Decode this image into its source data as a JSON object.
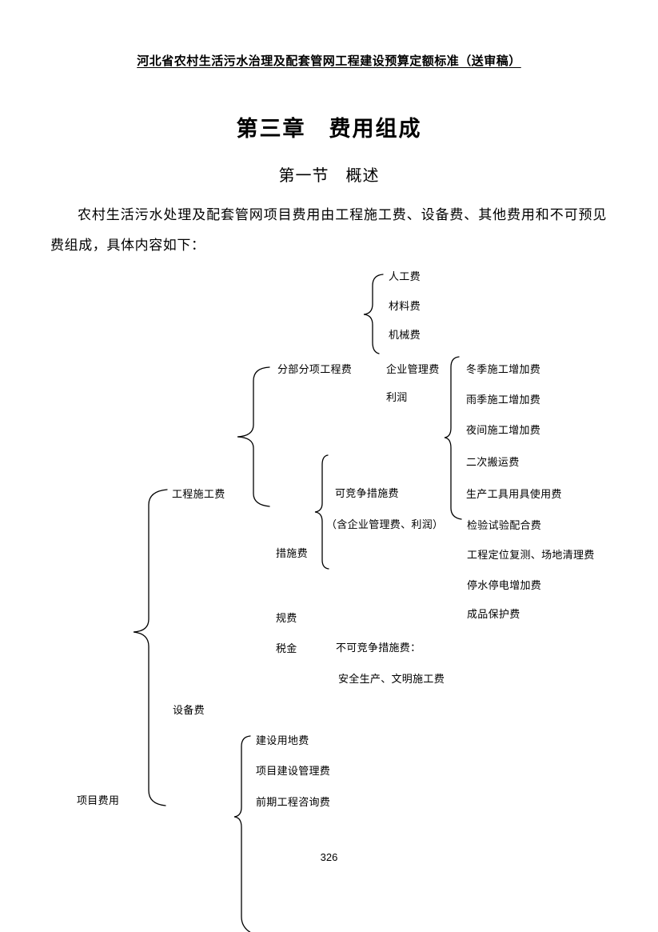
{
  "document": {
    "header": "河北省农村生活污水治理及配套管网工程建设预算定额标准（送审稿）",
    "chapter_title": "第三章　费用组成",
    "section_title": "第一节　概述",
    "intro_paragraph": "农村生活污水处理及配套管网项目费用由工程施工费、设备费、其他费用和不可预见费组成，具体内容如下：",
    "page_number": "326"
  },
  "diagram": {
    "nodes": {
      "project_cost": "项目费用",
      "construction_cost": "工程施工费",
      "divisional_works_cost": "分部分项工程费",
      "labor_cost": "人工费",
      "material_cost": "材料费",
      "machinery_cost": "机械费",
      "enterprise_management_cost": "企业管理费",
      "profit": "利润",
      "measure_cost": "措施费",
      "competitive_measure_cost": "可竞争措施费",
      "competitive_measure_note": "（含企业管理费、利润）",
      "winter_construction_cost": "冬季施工增加费",
      "rainy_season_construction_cost": "雨季施工增加费",
      "night_construction_cost": "夜间施工增加费",
      "secondary_handling_cost": "二次搬运费",
      "production_tools_cost": "生产工具用具使用费",
      "inspection_test_cost": "检验试验配合费",
      "site_survey_cleanup_cost": "工程定位复测、场地清理费",
      "water_power_outage_cost": "停水停电增加费",
      "finished_product_protection_cost": "成品保护费",
      "statutory_fees": "规费",
      "tax": "税金",
      "non_competitive_measure_cost": "不可竞争措施费：",
      "safety_civilized_construction_cost": "安全生产、文明施工费",
      "equipment_cost": "设备费",
      "construction_land_cost": "建设用地费",
      "project_construction_management_cost": "项目建设管理费",
      "preliminary_engineering_consulting_cost": "前期工程咨询费"
    }
  }
}
